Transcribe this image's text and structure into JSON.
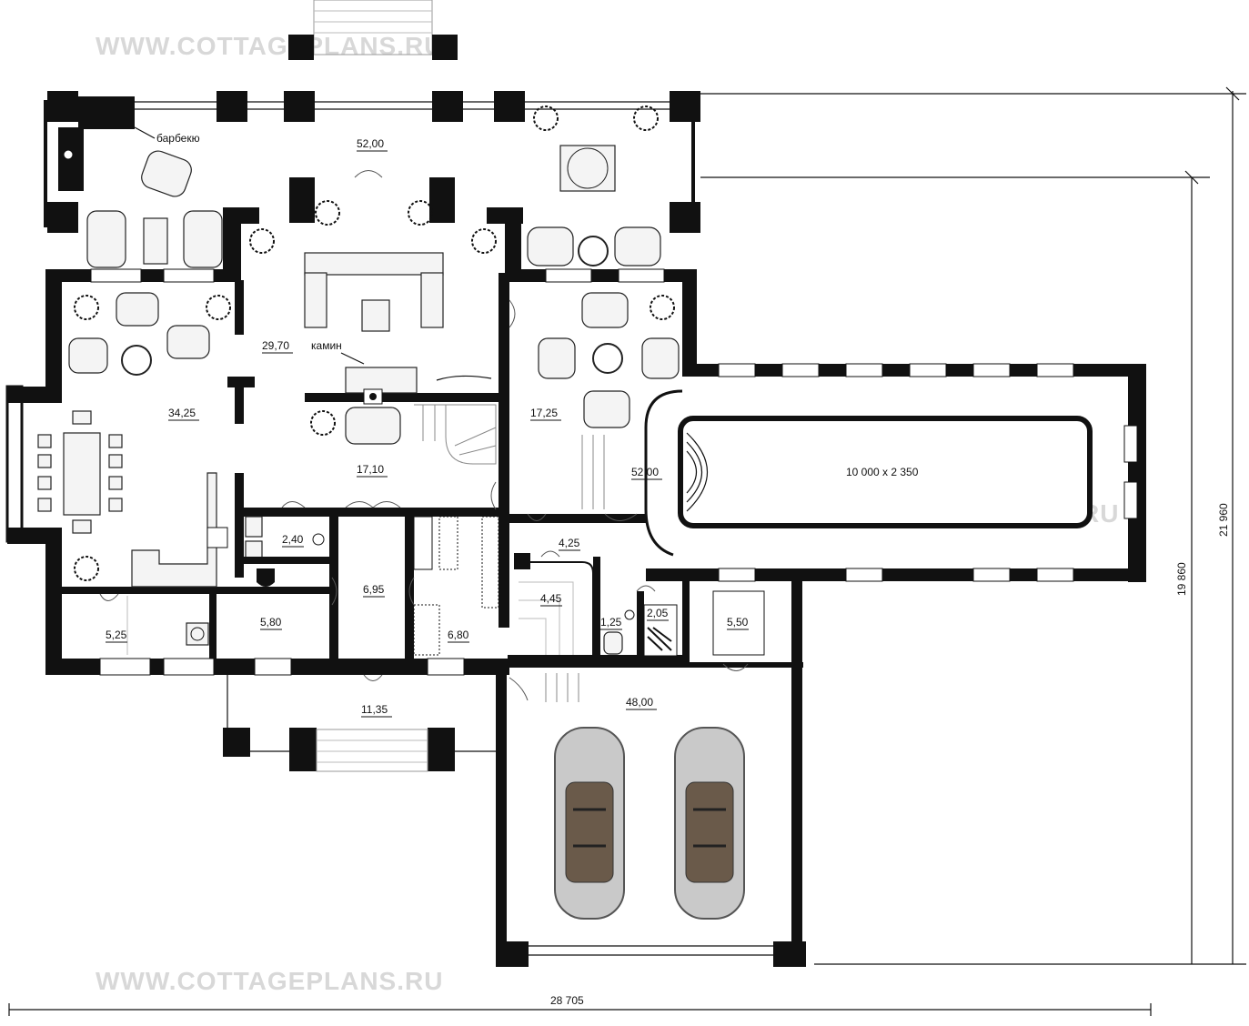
{
  "watermark": "WWW.COTTAGEPLANS.RU",
  "labels": {
    "bbq": "барбекю",
    "fireplace": "камин"
  },
  "rooms": {
    "terrace_top": "52,00",
    "living": "29,70",
    "dining_kitchen": "34,25",
    "lounge_right": "17,25",
    "hall": "17,10",
    "pool_hall": "52,00",
    "pool_size": "10 000 x 2 350",
    "wc": "2,40",
    "vestibule": "6,95",
    "dressing": "6,80",
    "sauna": "4,45",
    "shower_hall": "4,25",
    "bath_small": "1,25",
    "shower": "2,05",
    "storage": "5,50",
    "laundry": "5,25",
    "boiler": "5,80",
    "porch": "11,35",
    "garage": "48,00"
  },
  "dimensions": {
    "width": "28 705",
    "height_inner": "19 860",
    "height_outer": "21 960"
  }
}
